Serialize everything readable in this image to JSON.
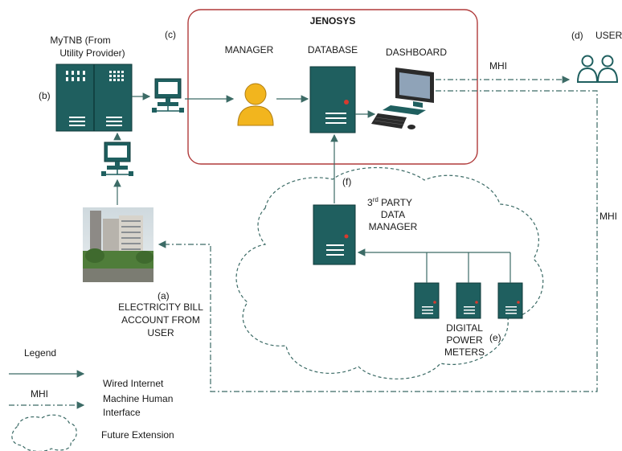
{
  "title": "JENOSYS",
  "nodes": {
    "mytnb": {
      "line1": "MyTNB (From",
      "line2": "Utility Provider)",
      "marker": "(b)"
    },
    "computer_c": {
      "marker": "(c)"
    },
    "manager": {
      "label": "MANAGER"
    },
    "database": {
      "label": "DATABASE"
    },
    "dashboard": {
      "label": "DASHBOARD"
    },
    "user": {
      "marker": "(d)",
      "label": "USER"
    },
    "third_party": {
      "line1_main": "3",
      "line1_sup": "rd",
      "line1_rest": " PARTY",
      "line2": "DATA",
      "line3": "MANAGER",
      "marker": "(f)"
    },
    "meters": {
      "line1": "DIGITAL",
      "line2": "POWER",
      "line3": "METERS",
      "marker": "(e)"
    },
    "bill": {
      "marker": "(a)",
      "line1": "ELECTRICITY BILL",
      "line2": "ACCOUNT FROM",
      "line3": "USER"
    }
  },
  "edges": {
    "mhi_top": "MHI",
    "mhi_side": "MHI"
  },
  "legend": {
    "title": "Legend",
    "wired": "Wired Internet",
    "mhi_tag": "MHI",
    "mhi_line1": "Machine Human",
    "mhi_line2": "Interface",
    "future": "Future Extension"
  },
  "colors": {
    "teal": "#1f5f5f",
    "frame": "#b03a3a",
    "manager_head": "#f2b51e",
    "line": "#3c6b66"
  }
}
